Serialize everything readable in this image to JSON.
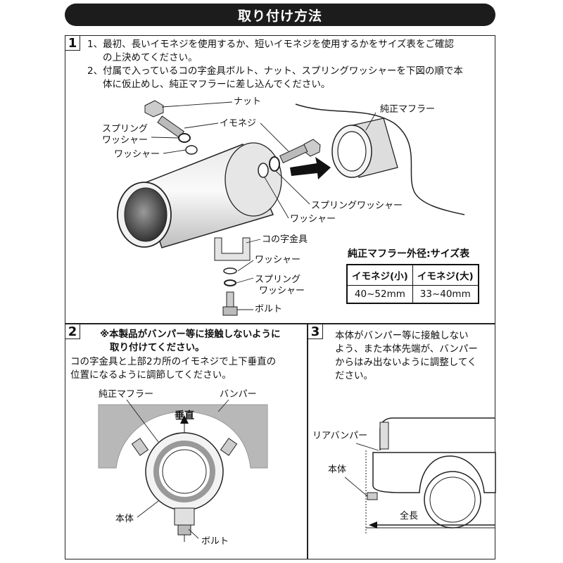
{
  "title": "取り付け方法",
  "section1": {
    "num": "1",
    "line1a": "1、最初、長いイモネジを使用するか、短いイモネジを使用するかをサイズ表をご確認",
    "line1b": "の上決めてください。",
    "line2a": "2、付属で入っているコの字金具ボルト、ナット、スプリングワッシャーを下図の順で本",
    "line2b": "体に仮止めし、純正マフラーに差し込んでください。",
    "labels": {
      "nut": "ナット",
      "spring_washer_a": "スプリング",
      "spring_washer_b": "ワッシャー",
      "washer": "ワッシャー",
      "set_screw": "イモネジ",
      "oem_muffler": "純正マフラー",
      "spring_washer_right": "スプリングワッシャー",
      "washer_right": "ワッシャー",
      "u_bracket": "コの字金具",
      "washer_bottom": "ワッシャー",
      "spring_washer_bottom_a": "スプリング",
      "spring_washer_bottom_b": "ワッシャー",
      "bolt": "ボルト"
    },
    "size_table": {
      "title": "純正マフラー外径:サイズ表",
      "headers": [
        "イモネジ(小)",
        "イモネジ(大)"
      ],
      "values": [
        "40~52mm",
        "33~40mm"
      ]
    }
  },
  "section2": {
    "num": "2",
    "warn1": "※本製品がバンパー等に接触しないように",
    "warn2": "取り付けてください。",
    "line1": "コの字金具と上部2カ所のイモネジで上下垂直の",
    "line2": "位置になるように調節してください。",
    "labels": {
      "oem_muffler": "純正マフラー",
      "bumper": "バンパー",
      "vertical": "垂直",
      "body": "本体",
      "bolt": "ボルト"
    }
  },
  "section3": {
    "num": "3",
    "line1": "本体がバンパー等に接触しない",
    "line2": "よう、また本体先端が、バンパー",
    "line3": "からはみ出ないように調整してく",
    "line4": "ださい。",
    "labels": {
      "rear_bumper": "リアバンパー",
      "body": "本体",
      "total_length": "全長"
    }
  }
}
